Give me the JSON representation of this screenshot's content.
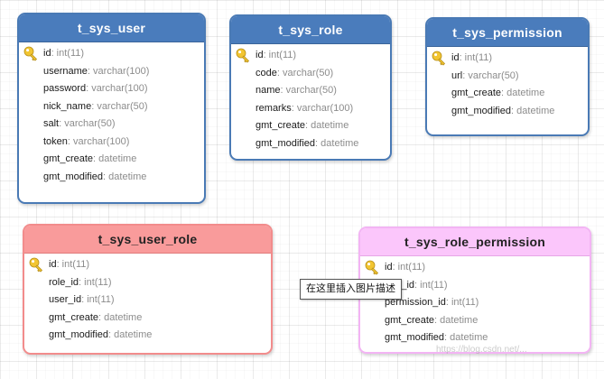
{
  "tables": [
    {
      "title": "t_sys_user",
      "fields": [
        {
          "name": "id",
          "type": ": int(11)",
          "key": true
        },
        {
          "name": "username",
          "type": ": varchar(100)",
          "key": false
        },
        {
          "name": "password",
          "type": ": varchar(100)",
          "key": false
        },
        {
          "name": "nick_name",
          "type": ": varchar(50)",
          "key": false
        },
        {
          "name": "salt",
          "type": ": varchar(50)",
          "key": false
        },
        {
          "name": "token",
          "type": ": varchar(100)",
          "key": false
        },
        {
          "name": "gmt_create",
          "type": ": datetime",
          "key": false
        },
        {
          "name": "gmt_modified",
          "type": ": datetime",
          "key": false
        }
      ]
    },
    {
      "title": "t_sys_role",
      "fields": [
        {
          "name": "id",
          "type": ": int(11)",
          "key": true
        },
        {
          "name": "code",
          "type": ": varchar(50)",
          "key": false
        },
        {
          "name": "name",
          "type": ": varchar(50)",
          "key": false
        },
        {
          "name": "remarks",
          "type": ": varchar(100)",
          "key": false
        },
        {
          "name": "gmt_create",
          "type": ": datetime",
          "key": false
        },
        {
          "name": "gmt_modified",
          "type": ": datetime",
          "key": false
        }
      ]
    },
    {
      "title": "t_sys_permission",
      "fields": [
        {
          "name": "id",
          "type": ": int(11)",
          "key": true
        },
        {
          "name": "url",
          "type": ": varchar(50)",
          "key": false
        },
        {
          "name": "gmt_create",
          "type": ": datetime",
          "key": false
        },
        {
          "name": "gmt_modified",
          "type": ": datetime",
          "key": false
        }
      ]
    },
    {
      "title": "t_sys_user_role",
      "fields": [
        {
          "name": "id",
          "type": ": int(11)",
          "key": true
        },
        {
          "name": "role_id",
          "type": ": int(11)",
          "key": false
        },
        {
          "name": "user_id",
          "type": ": int(11)",
          "key": false
        },
        {
          "name": "gmt_create",
          "type": ": datetime",
          "key": false
        },
        {
          "name": "gmt_modified",
          "type": ": datetime",
          "key": false
        }
      ]
    },
    {
      "title": "t_sys_role_permission",
      "fields": [
        {
          "name": "id",
          "type": ": int(11)",
          "key": true
        },
        {
          "name": "role_id",
          "type": ": int(11)",
          "key": false
        },
        {
          "name": "permission_id",
          "type": ": int(11)",
          "key": false
        },
        {
          "name": "gmt_create",
          "type": ": datetime",
          "key": false
        },
        {
          "name": "gmt_modified",
          "type": ": datetime",
          "key": false
        }
      ]
    }
  ],
  "tooltip": "在这里插入图片描述",
  "watermark": "https://blog.csdn.net/...",
  "colors": {
    "blue_header": "#4a7cbc",
    "pink_header": "#f99b9b",
    "lilac_header": "#fbc6fb",
    "key_icon": "#f2c531"
  }
}
